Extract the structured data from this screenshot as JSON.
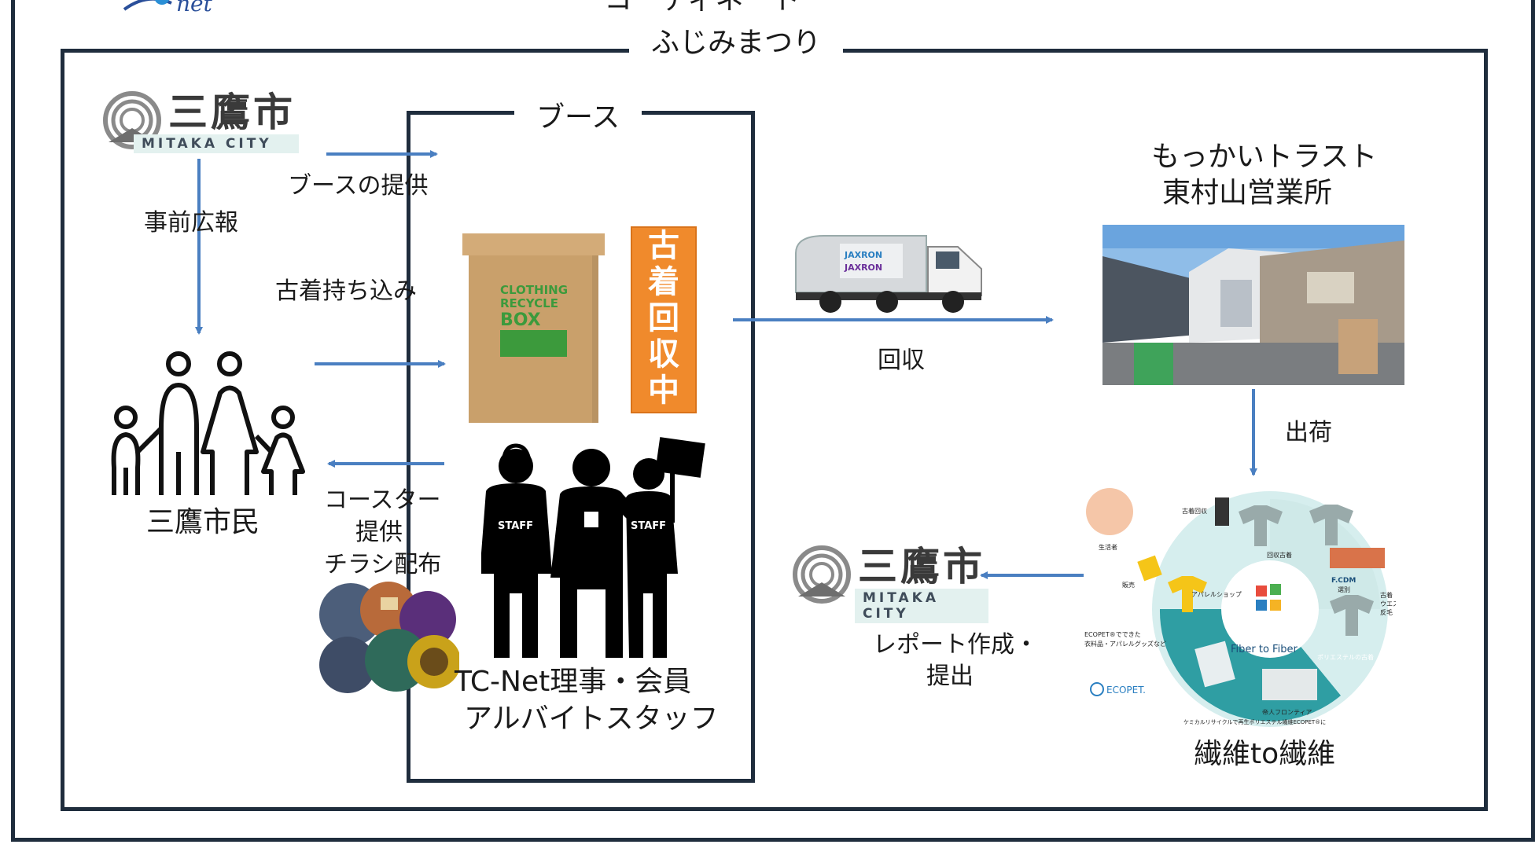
{
  "outer_frame_title": "コーディネート",
  "inner_frame_title": "ふじみまつり",
  "booth_frame_title": "ブース",
  "mitaka_logo": {
    "name": "三鷹市",
    "sub": "MITAKA CITY"
  },
  "labels": {
    "booth_provision": "ブースの提供",
    "advance_pr": "事前広報",
    "bring_clothes": "古着持ち込み",
    "citizens": "三鷹市民",
    "coaster_line1": "コースター",
    "coaster_line2": "提供",
    "coaster_line3": "チラシ配布",
    "staff_line1": "TC-Net理事・会員",
    "staff_line2": "アルバイトスタッフ",
    "collection": "回収",
    "company_line1": "もっかいトラスト",
    "company_line2": "東村山営業所",
    "shipping": "出荷",
    "report_line1": "レポート作成・",
    "report_line2": "提出",
    "fiber_to_fiber": "繊維to繊維"
  },
  "box": {
    "line1": "CLOTHING",
    "line2": "RECYCLE",
    "line3": "BOX"
  },
  "banner": {
    "chars": [
      "古",
      "着",
      "回",
      "収",
      "中"
    ]
  },
  "staff_shirt": "STAFF",
  "truck_text": "JAXRON",
  "cycle": {
    "center": "Fiber to Fiber",
    "consumer": "生活者",
    "sales": "販売",
    "apparel_shop": "アパレルショップ",
    "used_collection": "古着回収",
    "collected_clothes": "回収古着",
    "fcdm": "F.CDM",
    "sorting": "選別",
    "waste_line1": "古着",
    "waste_line2": "ウエス",
    "waste_line3": "反毛",
    "polyester_used": "ポリエステルの古着",
    "ecopet_products_line1": "ECOPET®でできた",
    "ecopet_products_line2": "衣料品・アパレルグッズなど",
    "teijin_line1": "帝人フロンティア",
    "teijin_line2": "ケミカルリサイクルで再生ポリエステル繊維ECOPET®に",
    "ecopet_logo": "ECOPET."
  },
  "colors": {
    "frame": "#1f2d3d",
    "arrow": "#4a7fc1",
    "box": "#c9a06b",
    "box_green": "#3c9a3c",
    "banner": "#f08a2c",
    "teal": "#2f9ea3",
    "logo_bg": "#e3f1ef"
  }
}
